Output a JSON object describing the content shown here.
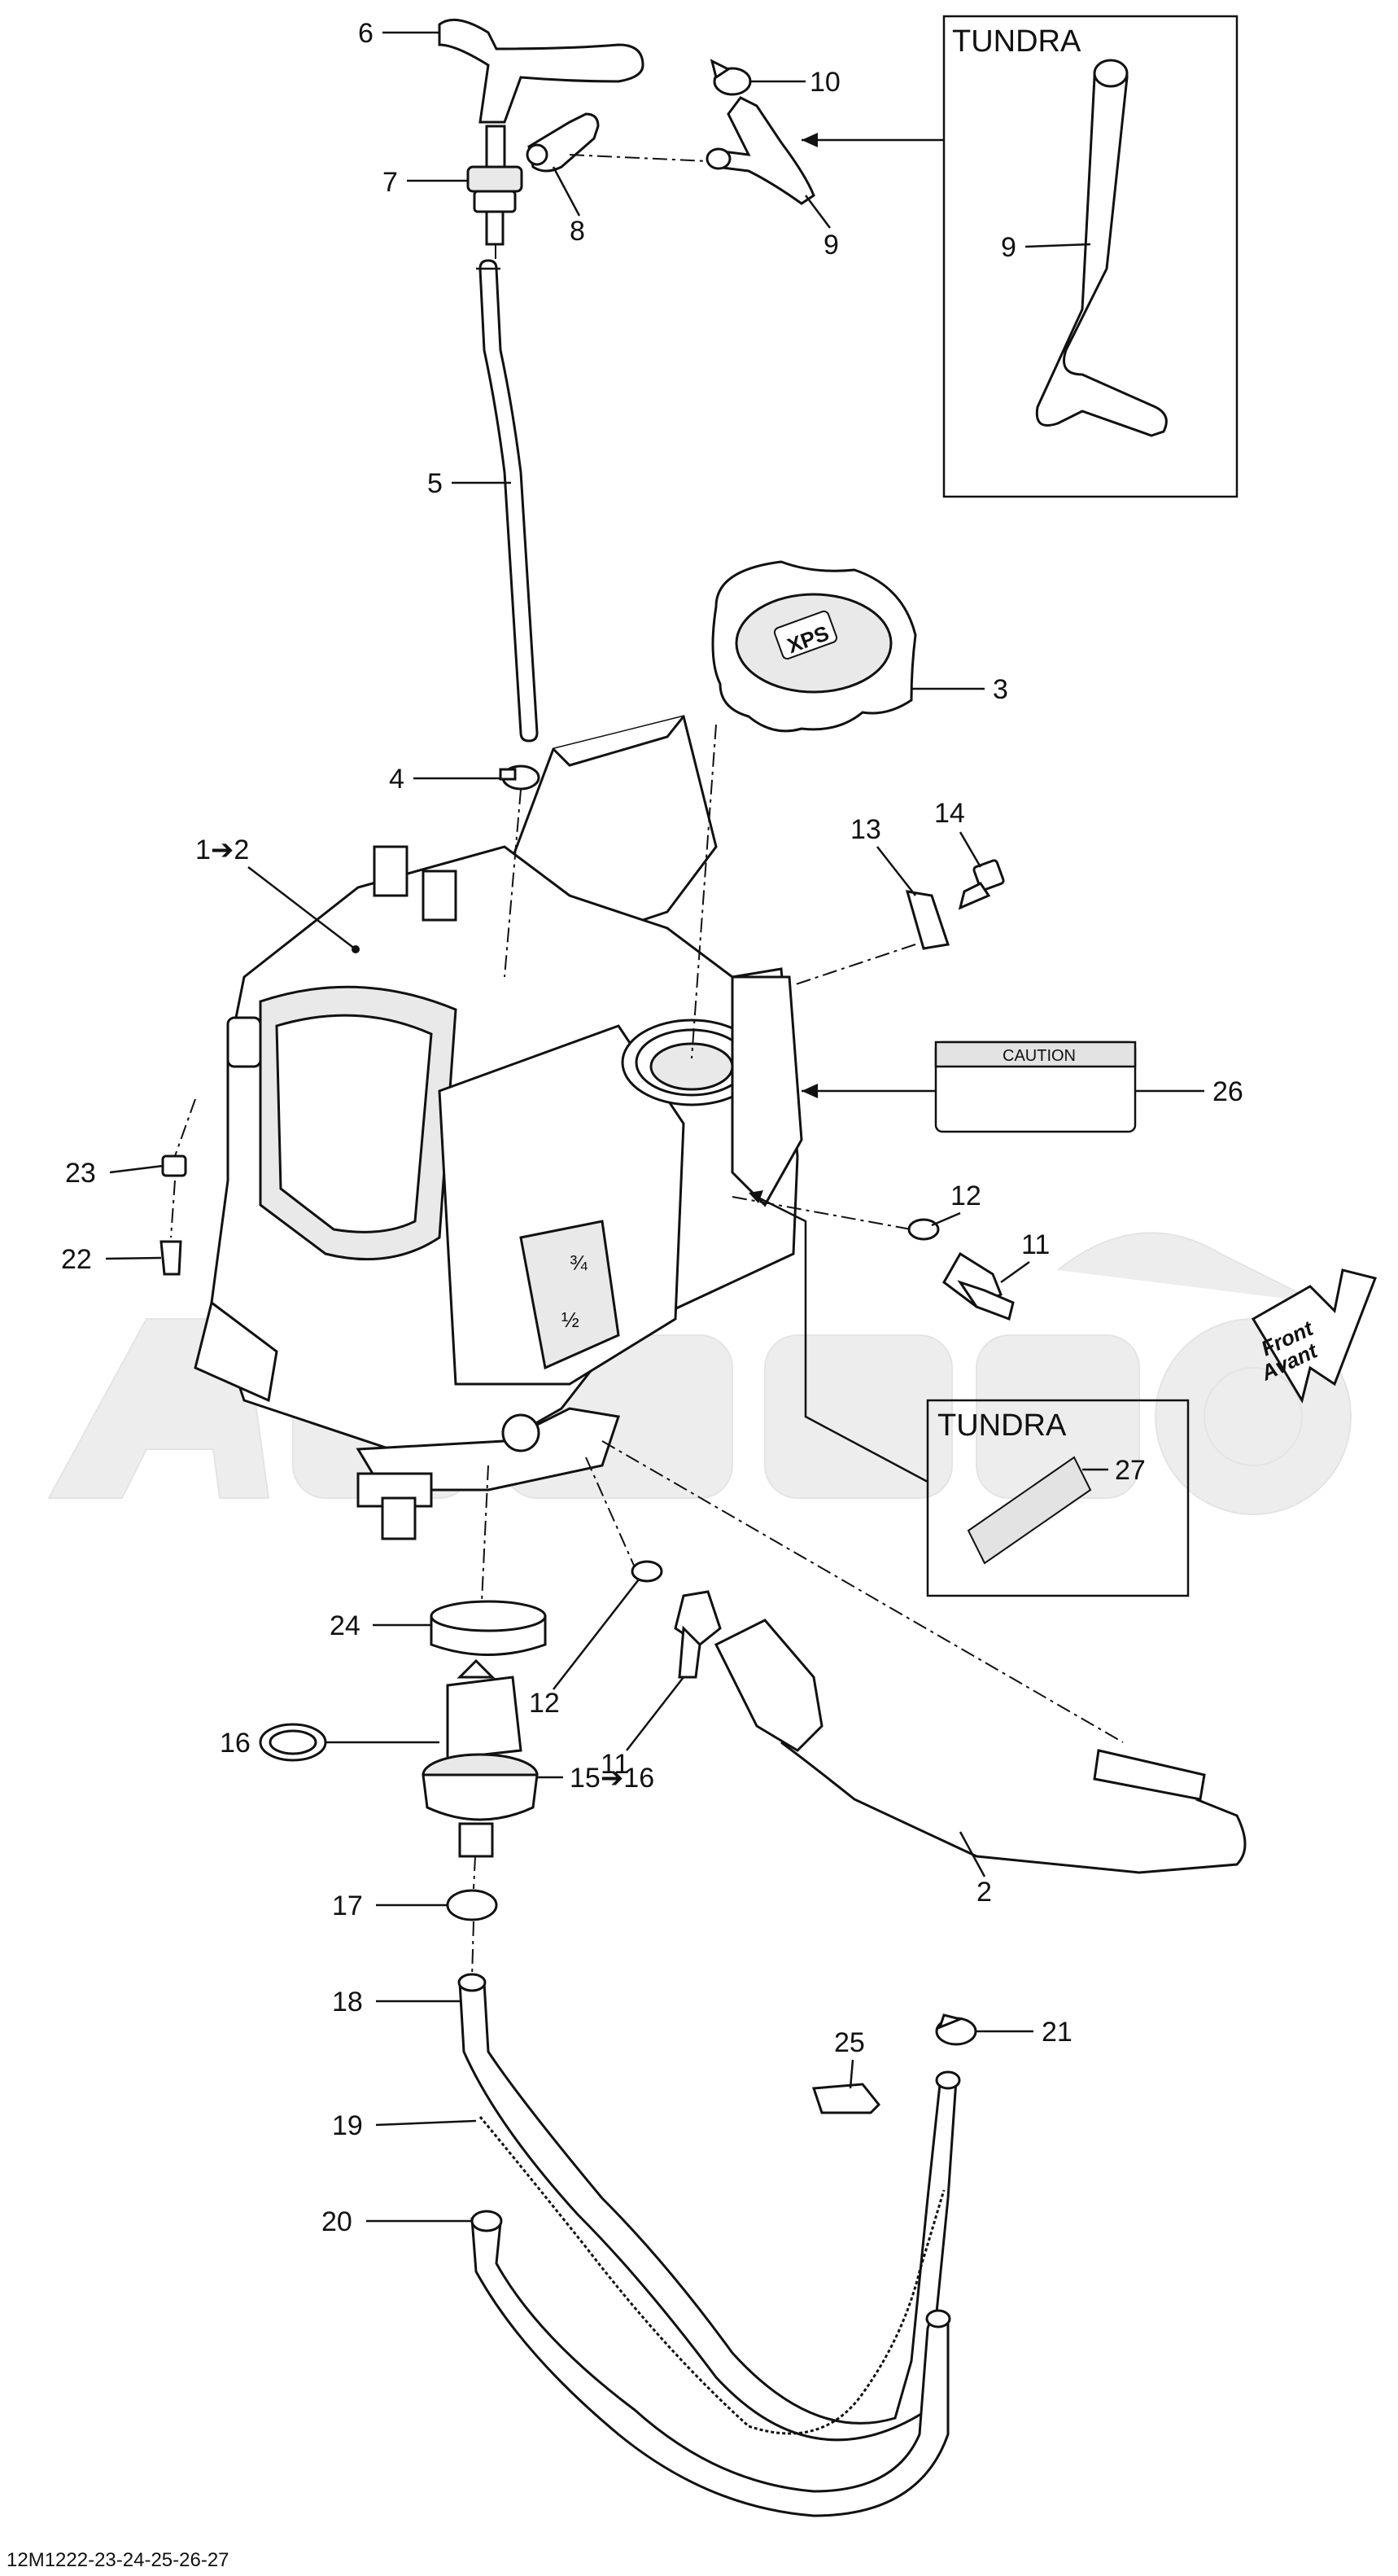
{
  "callouts": {
    "c1": "1➔2",
    "c2": "2",
    "c3": "3",
    "c4": "4",
    "c5": "5",
    "c6": "6",
    "c7": "7",
    "c8": "8",
    "c9": "9",
    "c9b": "9",
    "c10": "10",
    "c11": "11",
    "c11b": "11",
    "c12": "12",
    "c12b": "12",
    "c13": "13",
    "c14": "14",
    "c15": "15➔16",
    "c16": "16",
    "c17": "17",
    "c18": "18",
    "c19": "19",
    "c20": "20",
    "c21": "21",
    "c22": "22",
    "c23": "23",
    "c24": "24",
    "c25": "25",
    "c26": "26",
    "c27": "27"
  },
  "boxes": {
    "tundra_top": "TUNDRA",
    "tundra_bottom": "TUNDRA"
  },
  "labels": {
    "caution": "CAUTION",
    "front": "Front",
    "avant": "Avant",
    "xps": "XPS"
  },
  "footer": {
    "code": "12M1222-23-24-25-26-27"
  },
  "colors": {
    "line": "#111111",
    "watermark": "#ececec",
    "fill_light": "#e9e9e9"
  }
}
